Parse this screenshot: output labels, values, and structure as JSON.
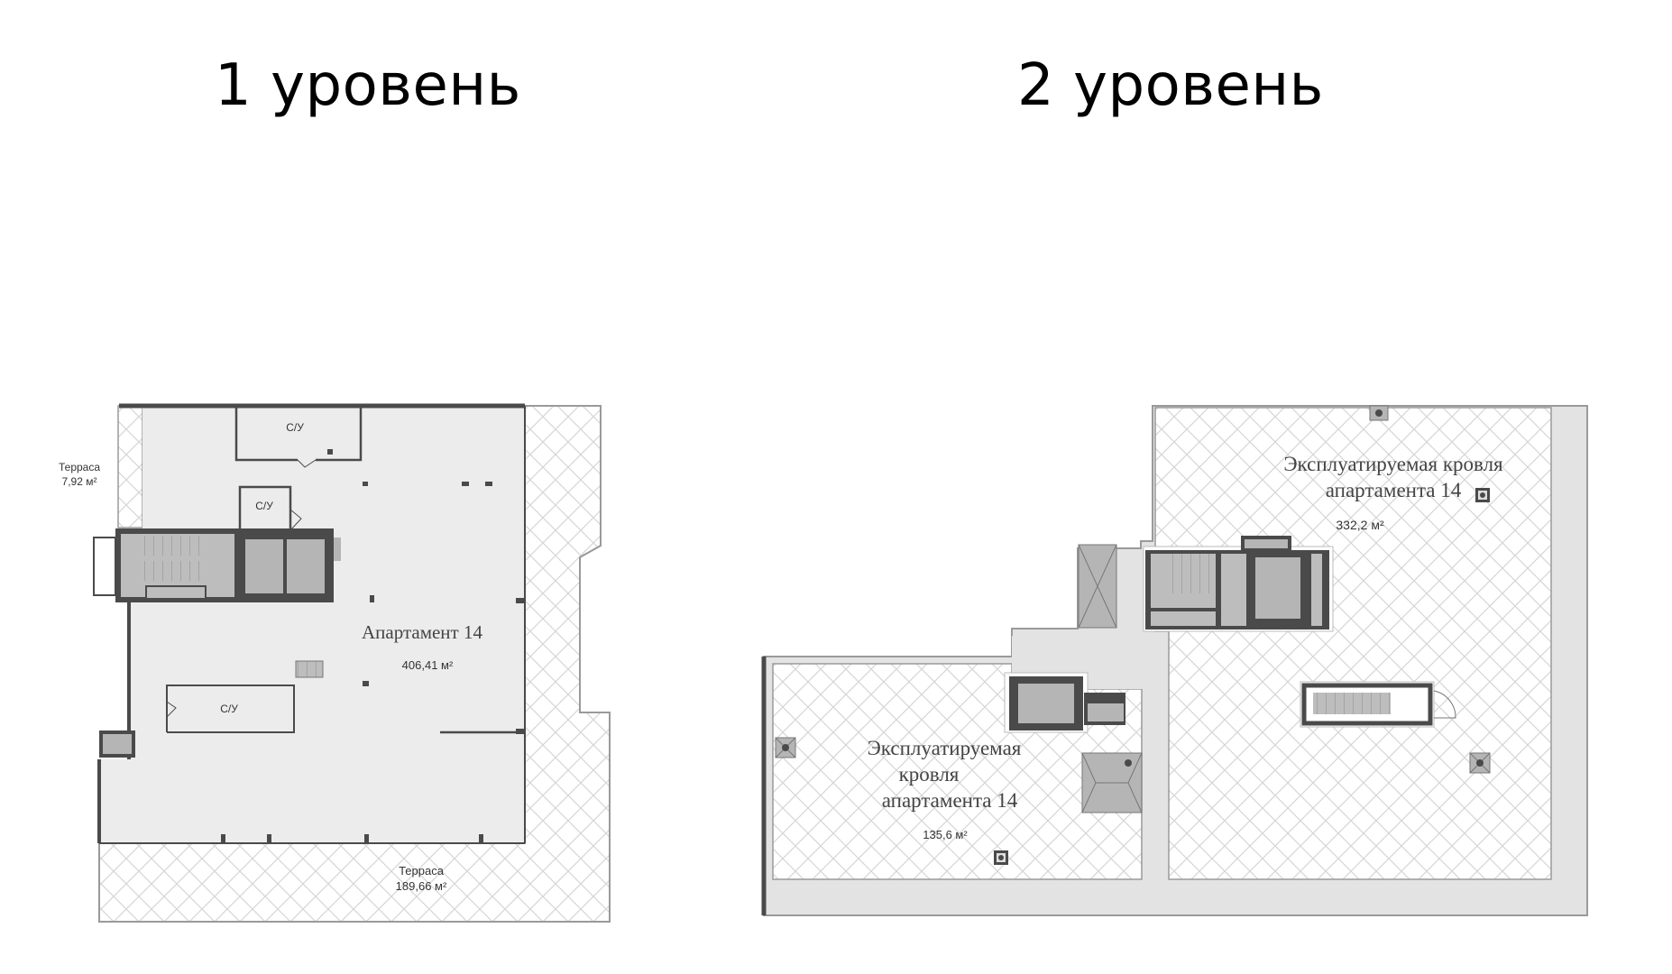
{
  "levels": [
    {
      "title": "1 уровень",
      "rooms": {
        "apartment_name": "Апартамент 14",
        "apartment_area": "406,41 м²",
        "bathroom_1": "С/У",
        "bathroom_2": "С/У",
        "bathroom_3": "С/У",
        "terrace_small_name": "Терраса",
        "terrace_small_area": "7,92 м²",
        "terrace_large_name": "Терраса",
        "terrace_large_area": "189,66 м²"
      }
    },
    {
      "title": "2 уровень",
      "rooms": {
        "roof_large_line1": "Эксплуатируемая кровля",
        "roof_large_line2": "апартамента 14",
        "roof_large_area": "332,2 м²",
        "roof_small_line1": "Эксплуатируемая",
        "roof_small_line2": "кровля",
        "roof_small_line3": "апартамента 14",
        "roof_small_area": "135,6 м²"
      }
    }
  ],
  "colors": {
    "wall": "#4a4a4a",
    "floor": "#ececec",
    "core": "#b5b5b5",
    "hatch": "#d8d8d8",
    "corridor": "#e3e3e3"
  }
}
